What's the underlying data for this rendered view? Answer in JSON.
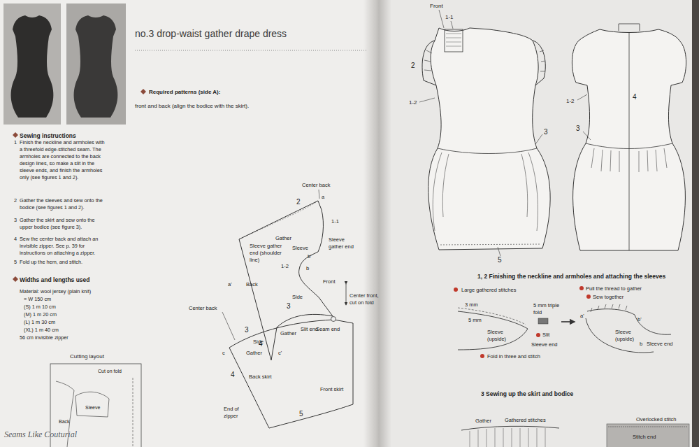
{
  "diagram": {
    "title": "no.3 drop-waist gather drape dress",
    "labels": [
      "Required patterns (side A):",
      "front and back (align the bodice with the skirt).",
      "Sewing instructions",
      "1",
      "Finish the neckline and armholes with a threefold edge-stitched seam. The armholes are connected to the back design lines, so make a slit in the sleeve ends, and finish the armholes only (see figures 1 and 2).",
      "2",
      "Gather the sleeves and sew onto the bodice (see figures 1 and 2).",
      "3",
      "Gather the skirt and sew onto the upper bodice (see figure 3).",
      "4",
      "Sew the center back and attach an invisible zipper. See p. 39 for instructions on attaching a zipper.",
      "5",
      "Fold up the hem, and stitch.",
      "Widths and lengths used",
      "Material: wool jersey (plain knit)",
      "= W 150 cm",
      "(S) 1 m 10 cm",
      "(M) 1 m 20 cm",
      "(L) 1 m 30 cm",
      "(XL) 1 m 40 cm",
      "56 cm invisible zipper",
      "Cutting layout",
      "Cut on fold",
      "Sleeve",
      "Back",
      "Center back",
      "a",
      "2",
      "1-1",
      "Gather",
      "Sleeve gather end (shoulder line)",
      "Sleeve",
      "b'",
      "Sleeve gather end",
      "a'",
      "Back",
      "1-2",
      "b",
      "Front",
      "Side",
      "4",
      "c'",
      "3",
      "Center back",
      "3",
      "Side",
      "Gather",
      "Slit end",
      "Seam end",
      "Center front, cut on fold",
      "Gather",
      "c",
      "4",
      "Back skirt",
      "Front skirt",
      "End of zipper",
      "5",
      "Front",
      "1-1",
      "2",
      "1-2",
      "3",
      "5",
      "1-2",
      "4",
      "3",
      "1, 2 Finishing the neckline and armholes and attaching the sleeves",
      "Large gathered stitches",
      "3 mm",
      "5 mm",
      "5 mm triple fold",
      "Sleeve (upside)",
      "Slit",
      "Sleeve end",
      "Fold in three and stitch",
      "Pull the thread to gather",
      "Sew together",
      "a'",
      "b'",
      "Sleeve (upside)",
      "b",
      "Sleeve end",
      "3 Sewing up the skirt and bodice",
      "Gather",
      "Gathered stitches",
      "Overlocked stitch",
      "Stitch end",
      "Seams Like Couturial"
    ]
  }
}
